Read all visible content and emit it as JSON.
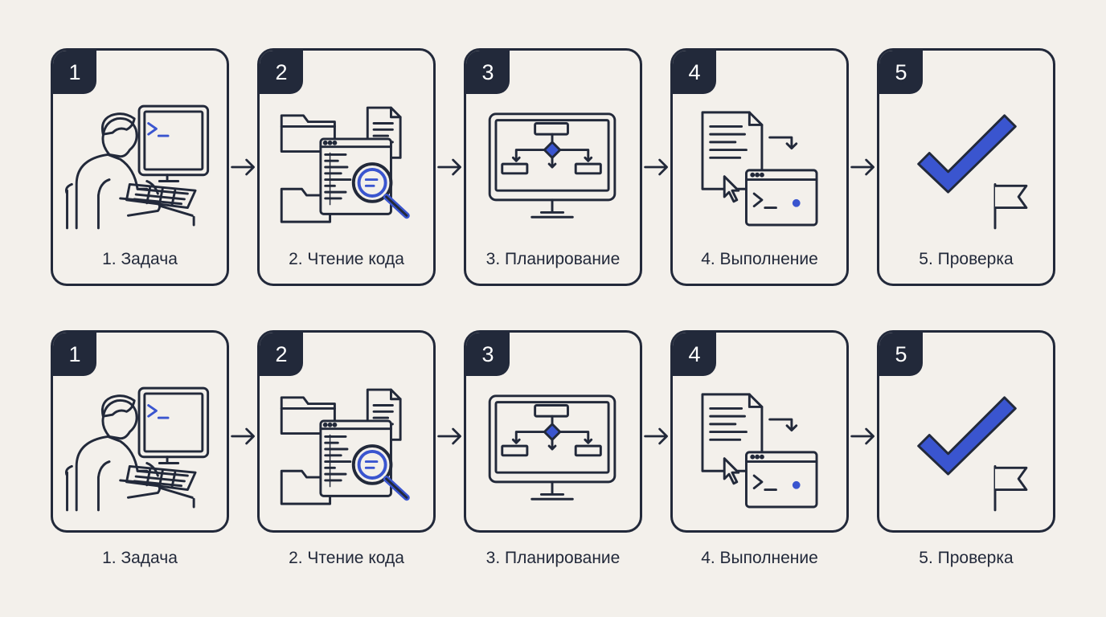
{
  "colors": {
    "ink": "#22293a",
    "accent": "#3a55cf",
    "background": "#f3f0eb"
  },
  "rows": [
    {
      "variant": "inside-label",
      "steps": [
        {
          "number": "1",
          "label": "1. Задача",
          "icon": "person-at-computer-icon"
        },
        {
          "number": "2",
          "label": "2. Чтение кода",
          "icon": "folders-magnifier-icon"
        },
        {
          "number": "3",
          "label": "3. Планирование",
          "icon": "flowchart-monitor-icon"
        },
        {
          "number": "4",
          "label": "4. Выполнение",
          "icon": "document-terminal-icon"
        },
        {
          "number": "5",
          "label": "5. Проверка",
          "icon": "checkmark-flag-icon"
        }
      ]
    },
    {
      "variant": "outside-label",
      "steps": [
        {
          "number": "1",
          "label": "1. Задача",
          "icon": "person-at-computer-icon"
        },
        {
          "number": "2",
          "label": "2. Чтение кода",
          "icon": "folders-magnifier-icon"
        },
        {
          "number": "3",
          "label": "3. Планирование",
          "icon": "flowchart-monitor-icon"
        },
        {
          "number": "4",
          "label": "4. Выполнение",
          "icon": "document-terminal-icon"
        },
        {
          "number": "5",
          "label": "5. Проверка",
          "icon": "checkmark-flag-icon"
        }
      ]
    }
  ]
}
